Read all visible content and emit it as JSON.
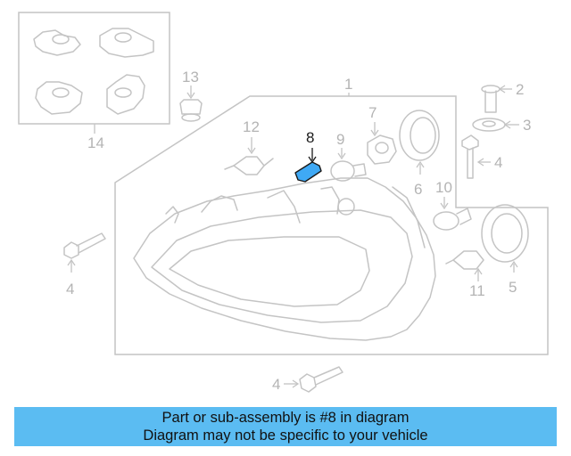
{
  "callouts": {
    "c1": "1",
    "c2": "2",
    "c3": "3",
    "c4a": "4",
    "c4b": "4",
    "c4c": "4",
    "c5": "5",
    "c6": "6",
    "c7": "7",
    "c8": "8",
    "c9": "9",
    "c10": "10",
    "c11": "11",
    "c12": "12",
    "c13": "13",
    "c14": "14"
  },
  "highlight": {
    "part": "8",
    "color": "#3fa9f5"
  },
  "banner": {
    "line1": "Part or sub-assembly is #8 in diagram",
    "line2": "Diagram may not be specific to your vehicle",
    "color": "#5bbcf2"
  }
}
